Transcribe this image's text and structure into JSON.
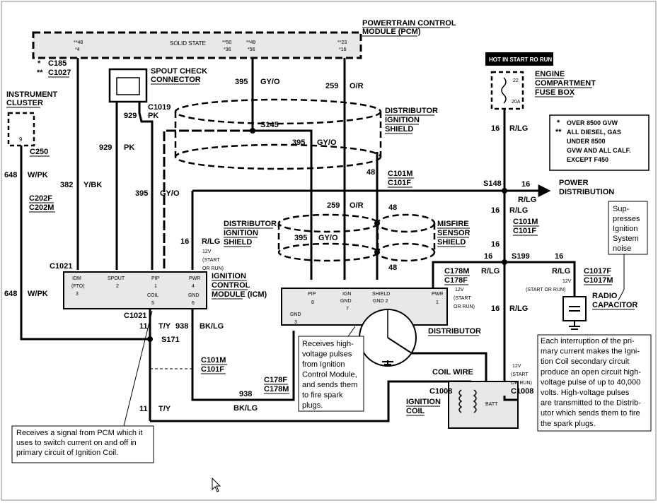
{
  "pcm": {
    "title1": "POWERTRAIN CONTROL",
    "title2": "MODULE (PCM)",
    "solid_state": "SOLID STATE",
    "pin_a1": "**48",
    "pin_a2": "*4",
    "pin_b1": "**50",
    "pin_b2": "*36",
    "pin_c1": "**49",
    "pin_c2": "*56",
    "pin_d1": "**23",
    "pin_d2": "*16",
    "conn1": "C185",
    "conn2": "C1027",
    "conn1_mark": "*",
    "conn2_mark": "**"
  },
  "spout": {
    "title1": "SPOUT CHECK",
    "title2": "CONNECTOR",
    "conn": "C1019",
    "wire": "929",
    "color": "PK"
  },
  "cluster": {
    "title1": "INSTRUMENT",
    "title2": "CLUSTER",
    "pin": "9",
    "conn": "C250"
  },
  "fuse": {
    "hot": "HOT IN START RO RUN",
    "num": "22",
    "amp": "20A",
    "title1": "ENGINE",
    "title2": "COMPARTMENT",
    "title3": "FUSE BOX"
  },
  "legend": {
    "l1": "OVER 8500 GVW",
    "l2": "ALL DIESEL, GAS",
    "l3": "UNDER 8500",
    "l4": "GVW AND ALL CALF.",
    "l5": "EXCEPT F450",
    "m1": "*",
    "m2": "**"
  },
  "wires": {
    "w395": "395",
    "gyo": "GY/O",
    "w259": "259",
    "or": "O/R",
    "w929": "929",
    "pk": "PK",
    "w382": "382",
    "ybk": "Y/BK",
    "w648": "648",
    "wpk": "W/PK",
    "w16": "16",
    "rlg": "R/LG",
    "w48": "48",
    "w11": "11",
    "tlg": "T/Y",
    "w938": "938",
    "bklg": "BK/LG"
  },
  "splices": {
    "s145": "S145",
    "s148": "S148",
    "s199": "S199",
    "s171": "S171"
  },
  "connectors": {
    "c101m": "C101M",
    "c101f": "C101F",
    "c202f": "C202F",
    "c202m": "C202M",
    "c1021": "C1021",
    "c178m": "C178M",
    "c178f": "C178F",
    "c1017f": "C1017F",
    "c1017m": "C1017M",
    "c1008": "C1008"
  },
  "shields": {
    "dist1": "DISTRIBUTOR",
    "dist2": "IGNITION",
    "dist3": "SHIELD",
    "misfire1": "MISFIRE",
    "misfire2": "SENSOR",
    "misfire3": "SHIELD"
  },
  "power": {
    "title1": "POWER",
    "title2": "DISTRIBUTION"
  },
  "icm": {
    "title1": "IGNITION",
    "title2": "CONTROL",
    "title3": "MODULE (ICM)",
    "p1a": "IDM",
    "p1b": "(FTO)",
    "p1c": "3",
    "p2a": "SPOUT",
    "p2b": "2",
    "p3a": "PIP",
    "p3b": "1",
    "p3c": "COIL",
    "p3d": "5",
    "p4a": "PWR",
    "p4b": "4",
    "p4c": "GND",
    "p4d": "6",
    "v1": "12V",
    "v2": "(START",
    "v3": "OR RUN)"
  },
  "distributor": {
    "title": "DISTRIBUTOR",
    "pip": "PIP",
    "pip_n": "8",
    "ign": "IGN",
    "ign2": "GND",
    "ign_n": "7",
    "shield": "SHIELD",
    "shield2": "GND 2",
    "pwr": "PWR",
    "pwr_n": "1",
    "gnd": "GND",
    "gnd_n": "3",
    "v1": "12V",
    "v2": "(START",
    "v3": "OR RUN)"
  },
  "coil": {
    "title1": "IGNITION",
    "title2": "COIL",
    "wire": "COIL WIRE",
    "batt": "BATT",
    "v1": "12V",
    "v2": "(START",
    "v3": "OR RUN)"
  },
  "radio": {
    "title1": "RADIO",
    "title2": "CAPACITOR",
    "v1": "12V",
    "v2": "(START OR RUN)",
    "sup1": "Sup-",
    "sup2": "presses",
    "sup3": "Ignition",
    "sup4": "System",
    "sup5": "noise"
  },
  "notes": {
    "pulse": [
      "Receives high-",
      "voltage pulses",
      "from Ignition",
      "Control Module,",
      "and sends them",
      "to fire spark",
      "plugs."
    ],
    "coil": [
      "Each interruption of the pri-",
      "mary current makes the Igni-",
      "tion Coil secondary circuit",
      "produce an open circuit high-",
      "voltage pulse of up to 40,000",
      "volts.  High-voltage pulses",
      "are transmitted to the Distrib-",
      "utor which sends them to fire",
      "the spark plugs."
    ],
    "icm": [
      "Receives a signal from PCM which it",
      "uses to switch current on and off in",
      "primary circuit of Ignition Coil."
    ]
  }
}
